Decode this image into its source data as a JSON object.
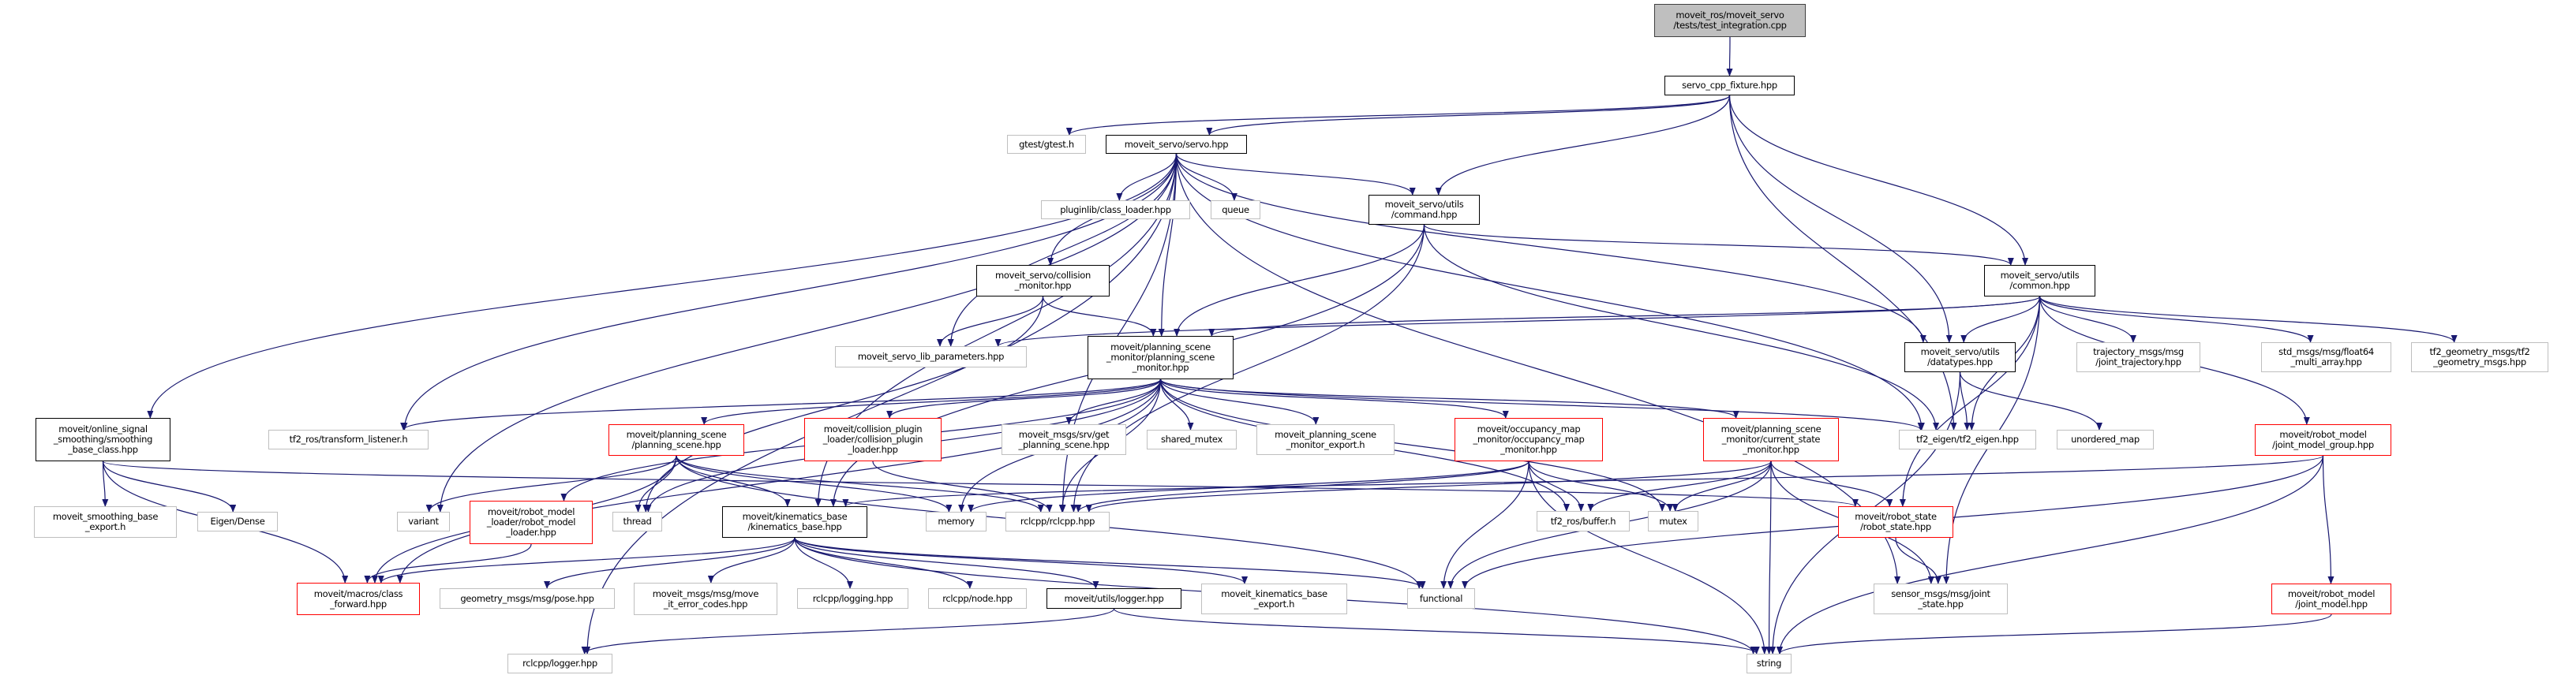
{
  "colors": {
    "edge": "#191970",
    "red_border": "#ff0000",
    "gray_border": "#bfbfbf",
    "root_fill": "#bfbfbf",
    "black_border": "#000000"
  },
  "nodes": {
    "root": {
      "lines": [
        "moveit_ros/moveit_servo",
        "/tests/test_integration.cpp"
      ],
      "style": "filled"
    },
    "fixture": {
      "lines": [
        "servo_cpp_fixture.hpp"
      ],
      "style": "black"
    },
    "gtest": {
      "lines": [
        "gtest/gtest.h"
      ],
      "style": "gray"
    },
    "servo": {
      "lines": [
        "moveit_servo/servo.hpp"
      ],
      "style": "black"
    },
    "pluginlib": {
      "lines": [
        "pluginlib/class_loader.hpp"
      ],
      "style": "gray"
    },
    "queue": {
      "lines": [
        "queue"
      ],
      "style": "gray"
    },
    "command": {
      "lines": [
        "moveit_servo/utils",
        "/command.hpp"
      ],
      "style": "black"
    },
    "collision_monitor": {
      "lines": [
        "moveit_servo/collision",
        "_monitor.hpp"
      ],
      "style": "black"
    },
    "common": {
      "lines": [
        "moveit_servo/utils",
        "/common.hpp"
      ],
      "style": "black"
    },
    "lib_params": {
      "lines": [
        "moveit_servo_lib_parameters.hpp"
      ],
      "style": "gray"
    },
    "psm": {
      "lines": [
        "moveit/planning_scene",
        "_monitor/planning_scene",
        "_monitor.hpp"
      ],
      "style": "black"
    },
    "datatypes": {
      "lines": [
        "moveit_servo/utils",
        "/datatypes.hpp"
      ],
      "style": "black"
    },
    "joint_trajectory": {
      "lines": [
        "trajectory_msgs/msg",
        "/joint_trajectory.hpp"
      ],
      "style": "gray"
    },
    "float64": {
      "lines": [
        "std_msgs/msg/float64",
        "_multi_array.hpp"
      ],
      "style": "gray"
    },
    "tf2_geometry": {
      "lines": [
        "tf2_geometry_msgs/tf2",
        "_geometry_msgs.hpp"
      ],
      "style": "gray"
    },
    "smoothing": {
      "lines": [
        "moveit/online_signal",
        "_smoothing/smoothing",
        "_base_class.hpp"
      ],
      "style": "black"
    },
    "transform_listener": {
      "lines": [
        "tf2_ros/transform_listener.h"
      ],
      "style": "gray"
    },
    "planning_scene": {
      "lines": [
        "moveit/planning_scene",
        "/planning_scene.hpp"
      ],
      "style": "red"
    },
    "collision_plugin": {
      "lines": [
        "moveit/collision_plugin",
        "_loader/collision_plugin",
        "_loader.hpp"
      ],
      "style": "red"
    },
    "get_planning_scene": {
      "lines": [
        "moveit_msgs/srv/get",
        "_planning_scene.hpp"
      ],
      "style": "gray"
    },
    "shared_mutex": {
      "lines": [
        "shared_mutex"
      ],
      "style": "gray"
    },
    "psm_export": {
      "lines": [
        "moveit_planning_scene",
        "_monitor_export.h"
      ],
      "style": "gray"
    },
    "occupancy": {
      "lines": [
        "moveit/occupancy_map",
        "_monitor/occupancy_map",
        "_monitor.hpp"
      ],
      "style": "red"
    },
    "current_state": {
      "lines": [
        "moveit/planning_scene",
        "_monitor/current_state",
        "_monitor.hpp"
      ],
      "style": "red"
    },
    "tf2_eigen": {
      "lines": [
        "tf2_eigen/tf2_eigen.hpp"
      ],
      "style": "gray"
    },
    "unordered_map": {
      "lines": [
        "unordered_map"
      ],
      "style": "gray"
    },
    "joint_model_group": {
      "lines": [
        "moveit/robot_model",
        "/joint_model_group.hpp"
      ],
      "style": "red"
    },
    "smoothing_export": {
      "lines": [
        "moveit_smoothing_base",
        "_export.h"
      ],
      "style": "gray"
    },
    "eigen_dense": {
      "lines": [
        "Eigen/Dense"
      ],
      "style": "gray"
    },
    "variant": {
      "lines": [
        "variant"
      ],
      "style": "gray"
    },
    "robot_model_loader": {
      "lines": [
        "moveit/robot_model",
        "_loader/robot_model",
        "_loader.hpp"
      ],
      "style": "red"
    },
    "thread": {
      "lines": [
        "thread"
      ],
      "style": "gray"
    },
    "kinematics_base": {
      "lines": [
        "moveit/kinematics_base",
        "/kinematics_base.hpp"
      ],
      "style": "black"
    },
    "memory": {
      "lines": [
        "memory"
      ],
      "style": "gray"
    },
    "rclcpp": {
      "lines": [
        "rclcpp/rclcpp.hpp"
      ],
      "style": "gray"
    },
    "tf2_buffer": {
      "lines": [
        "tf2_ros/buffer.h"
      ],
      "style": "gray"
    },
    "mutex": {
      "lines": [
        "mutex"
      ],
      "style": "gray"
    },
    "robot_state": {
      "lines": [
        "moveit/robot_state",
        "/robot_state.hpp"
      ],
      "style": "red"
    },
    "class_forward": {
      "lines": [
        "moveit/macros/class",
        "_forward.hpp"
      ],
      "style": "red"
    },
    "pose": {
      "lines": [
        "geometry_msgs/msg/pose.hpp"
      ],
      "style": "gray"
    },
    "error_codes": {
      "lines": [
        "moveit_msgs/msg/move",
        "_it_error_codes.hpp"
      ],
      "style": "gray"
    },
    "logging": {
      "lines": [
        "rclcpp/logging.hpp"
      ],
      "style": "gray"
    },
    "node": {
      "lines": [
        "rclcpp/node.hpp"
      ],
      "style": "gray"
    },
    "utils_logger": {
      "lines": [
        "moveit/utils/logger.hpp"
      ],
      "style": "black"
    },
    "kb_export": {
      "lines": [
        "moveit_kinematics_base",
        "_export.h"
      ],
      "style": "gray"
    },
    "functional": {
      "lines": [
        "functional"
      ],
      "style": "gray"
    },
    "joint_state": {
      "lines": [
        "sensor_msgs/msg/joint",
        "_state.hpp"
      ],
      "style": "gray"
    },
    "joint_model": {
      "lines": [
        "moveit/robot_model",
        "/joint_model.hpp"
      ],
      "style": "red"
    },
    "rclcpp_logger": {
      "lines": [
        "rclcpp/logger.hpp"
      ],
      "style": "gray"
    },
    "string": {
      "lines": [
        "string"
      ],
      "style": "gray"
    }
  },
  "edges": [
    [
      "root",
      "fixture"
    ],
    [
      "fixture",
      "gtest"
    ],
    [
      "fixture",
      "servo"
    ],
    [
      "fixture",
      "command"
    ],
    [
      "fixture",
      "common"
    ],
    [
      "fixture",
      "datatypes"
    ],
    [
      "fixture",
      "tf2_eigen"
    ],
    [
      "servo",
      "pluginlib"
    ],
    [
      "servo",
      "queue"
    ],
    [
      "servo",
      "command"
    ],
    [
      "servo",
      "collision_monitor"
    ],
    [
      "servo",
      "psm"
    ],
    [
      "servo",
      "lib_params"
    ],
    [
      "servo",
      "smoothing"
    ],
    [
      "servo",
      "transform_listener"
    ],
    [
      "servo",
      "variant"
    ],
    [
      "servo",
      "kinematics_base"
    ],
    [
      "servo",
      "rclcpp_logger"
    ],
    [
      "servo",
      "datatypes"
    ],
    [
      "servo",
      "tf2_eigen"
    ],
    [
      "servo",
      "joint_state"
    ],
    [
      "servo",
      "rclcpp"
    ],
    [
      "command",
      "common"
    ],
    [
      "command",
      "psm"
    ],
    [
      "command",
      "tf2_eigen"
    ],
    [
      "command",
      "rclcpp"
    ],
    [
      "command",
      "kinematics_base"
    ],
    [
      "collision_monitor",
      "lib_params"
    ],
    [
      "collision_monitor",
      "psm"
    ],
    [
      "collision_monitor",
      "thread"
    ],
    [
      "common",
      "psm"
    ],
    [
      "common",
      "lib_params"
    ],
    [
      "common",
      "datatypes"
    ],
    [
      "common",
      "joint_trajectory"
    ],
    [
      "common",
      "float64"
    ],
    [
      "common",
      "tf2_geometry"
    ],
    [
      "common",
      "tf2_eigen"
    ],
    [
      "common",
      "joint_model_group"
    ],
    [
      "common",
      "robot_state"
    ],
    [
      "common",
      "joint_state"
    ],
    [
      "datatypes",
      "tf2_eigen"
    ],
    [
      "datatypes",
      "unordered_map"
    ],
    [
      "datatypes",
      "string"
    ],
    [
      "psm",
      "planning_scene"
    ],
    [
      "psm",
      "collision_plugin"
    ],
    [
      "psm",
      "get_planning_scene"
    ],
    [
      "psm",
      "shared_mutex"
    ],
    [
      "psm",
      "psm_export"
    ],
    [
      "psm",
      "occupancy"
    ],
    [
      "psm",
      "current_state"
    ],
    [
      "psm",
      "tf2_buffer"
    ],
    [
      "psm",
      "mutex"
    ],
    [
      "psm",
      "tf2_eigen"
    ],
    [
      "psm",
      "memory"
    ],
    [
      "psm",
      "rclcpp"
    ],
    [
      "psm",
      "transform_listener"
    ],
    [
      "psm",
      "robot_model_loader"
    ],
    [
      "psm",
      "thread"
    ],
    [
      "psm",
      "class_forward"
    ],
    [
      "smoothing",
      "smoothing_export"
    ],
    [
      "smoothing",
      "eigen_dense"
    ],
    [
      "smoothing",
      "class_forward"
    ],
    [
      "smoothing",
      "robot_state"
    ],
    [
      "planning_scene",
      "variant"
    ],
    [
      "planning_scene",
      "thread"
    ],
    [
      "planning_scene",
      "class_forward"
    ],
    [
      "planning_scene",
      "kinematics_base"
    ],
    [
      "planning_scene",
      "memory"
    ],
    [
      "planning_scene",
      "rclcpp"
    ],
    [
      "planning_scene",
      "functional"
    ],
    [
      "collision_plugin",
      "rclcpp"
    ],
    [
      "robot_model_loader",
      "class_forward"
    ],
    [
      "kinematics_base",
      "class_forward"
    ],
    [
      "kinematics_base",
      "pose"
    ],
    [
      "kinematics_base",
      "error_codes"
    ],
    [
      "kinematics_base",
      "logging"
    ],
    [
      "kinematics_base",
      "node"
    ],
    [
      "kinematics_base",
      "utils_logger"
    ],
    [
      "kinematics_base",
      "kb_export"
    ],
    [
      "kinematics_base",
      "functional"
    ],
    [
      "kinematics_base",
      "string"
    ],
    [
      "utils_logger",
      "rclcpp_logger"
    ],
    [
      "utils_logger",
      "string"
    ],
    [
      "occupancy",
      "tf2_buffer"
    ],
    [
      "occupancy",
      "mutex"
    ],
    [
      "occupancy",
      "functional"
    ],
    [
      "occupancy",
      "string"
    ],
    [
      "occupancy",
      "memory"
    ],
    [
      "occupancy",
      "rclcpp"
    ],
    [
      "current_state",
      "tf2_buffer"
    ],
    [
      "current_state",
      "mutex"
    ],
    [
      "current_state",
      "robot_state"
    ],
    [
      "current_state",
      "joint_state"
    ],
    [
      "current_state",
      "string"
    ],
    [
      "current_state",
      "functional"
    ],
    [
      "current_state",
      "rclcpp"
    ],
    [
      "robot_state",
      "joint_state"
    ],
    [
      "joint_model_group",
      "joint_model"
    ],
    [
      "joint_model_group",
      "string"
    ],
    [
      "joint_model_group",
      "functional"
    ],
    [
      "joint_model_group",
      "kinematics_base"
    ],
    [
      "joint_model",
      "string"
    ]
  ]
}
